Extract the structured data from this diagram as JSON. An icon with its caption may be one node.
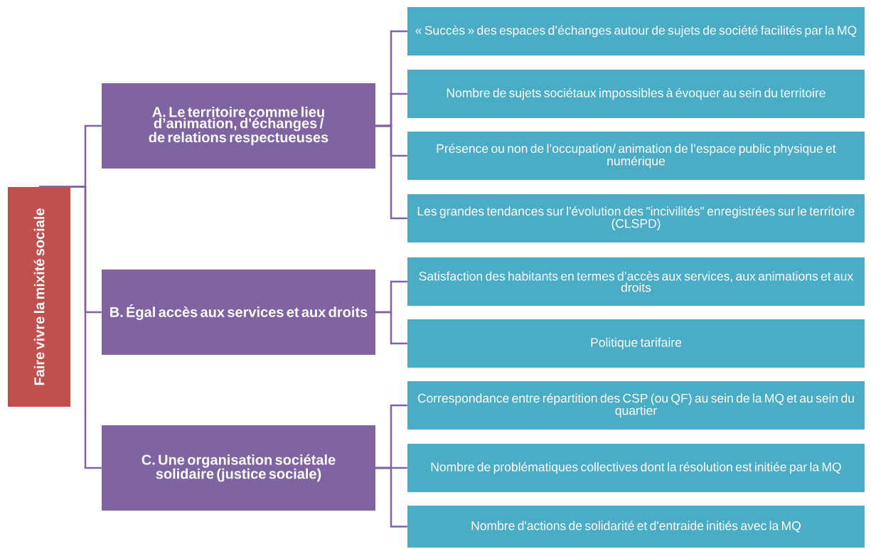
{
  "diagram": {
    "nodes": [
      {
        "text": [
          "Faire vivre la mixité sociale"
        ]
      },
      {
        "text": [
          "A. Le territoire comme lieu d’animation, d'échanges / de relations respectueuses"
        ]
      },
      {
        "text": [
          "B. Égal accès aux services et aux droits"
        ]
      },
      {
        "text": [
          "C. Une organisation sociétale solidaire (justice sociale)"
        ]
      },
      {
        "text": [
          "« Succès » des espaces d’échanges autour de sujets de société facilités par la MQ"
        ]
      },
      {
        "text": [
          "Nombre de sujets sociétaux impossibles à évoquer au sein du territoire"
        ]
      },
      {
        "text": [
          "Présence ou non de l’occupation/ animation de l’espace public physique et numérique"
        ]
      },
      {
        "text": [
          "Les grandes tendances sur l'évolution des \"incivilités\" enregistrées sur le territoire (CLSPD)"
        ]
      },
      {
        "text": [
          "Satisfaction des habitants en termes d’accès aux services, aux animations et aux droits"
        ]
      },
      {
        "text": [
          "Politique tarifaire"
        ]
      },
      {
        "text": [
          "Correspondance entre répartition des CSP (ou QF) au sein de la MQ et au sein du quartier"
        ]
      },
      {
        "text": [
          "Nombre de problématiques collectives dont la résolution est initiée par la MQ"
        ]
      },
      {
        "text": [
          "Nombre d'actions de solidarité et d'entraide initiés avec la MQ"
        ]
      }
    ],
    "edges": [
      {
        "from": 0,
        "to": 1,
        "arrow": "none"
      },
      {
        "from": 0,
        "to": 2,
        "arrow": "none"
      },
      {
        "from": 0,
        "to": 3,
        "arrow": "none"
      },
      {
        "from": 1,
        "to": 4,
        "arrow": "none"
      },
      {
        "from": 1,
        "to": 5,
        "arrow": "none"
      },
      {
        "from": 1,
        "to": 6,
        "arrow": "none"
      },
      {
        "from": 1,
        "to": 7,
        "arrow": "none"
      },
      {
        "from": 2,
        "to": 8,
        "arrow": "none"
      },
      {
        "from": 2,
        "to": 9,
        "arrow": "none"
      },
      {
        "from": 3,
        "to": 10,
        "arrow": "none"
      },
      {
        "from": 3,
        "to": 11,
        "arrow": "none"
      },
      {
        "from": 3,
        "to": 12,
        "arrow": "none"
      }
    ]
  }
}
